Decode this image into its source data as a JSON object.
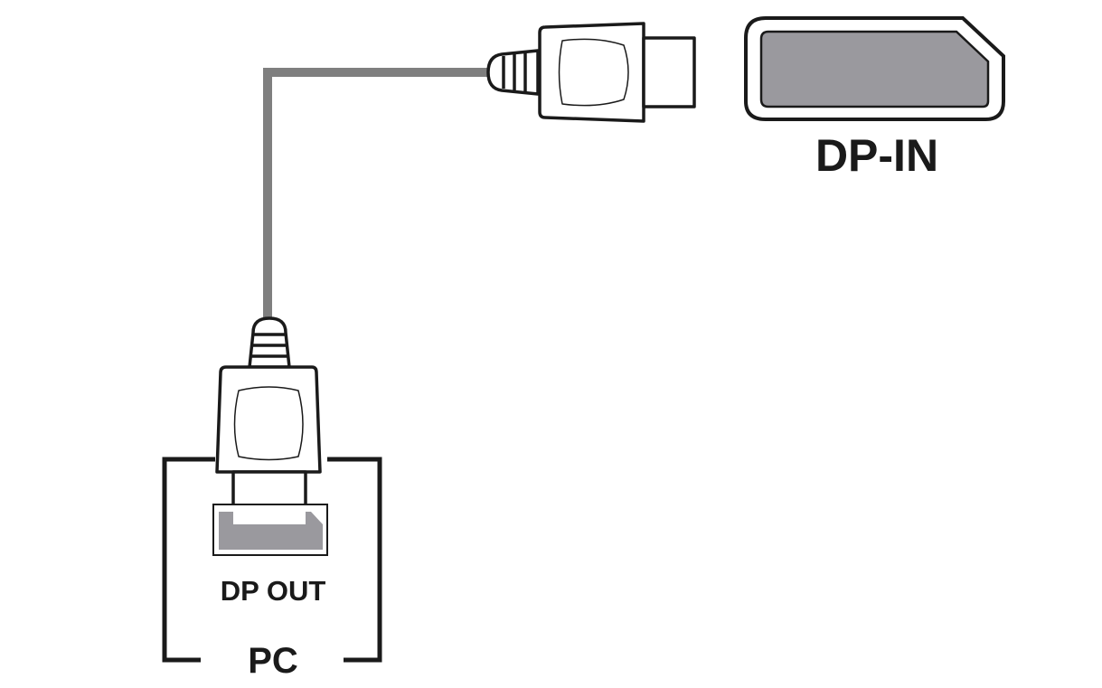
{
  "labels": {
    "dp_in": "DP-IN",
    "dp_out": "DP OUT",
    "pc": "PC"
  },
  "colors": {
    "line": "#1a1a1a",
    "cable": "#7f7f7f",
    "port_fill": "#9a999e",
    "background": "#ffffff"
  }
}
